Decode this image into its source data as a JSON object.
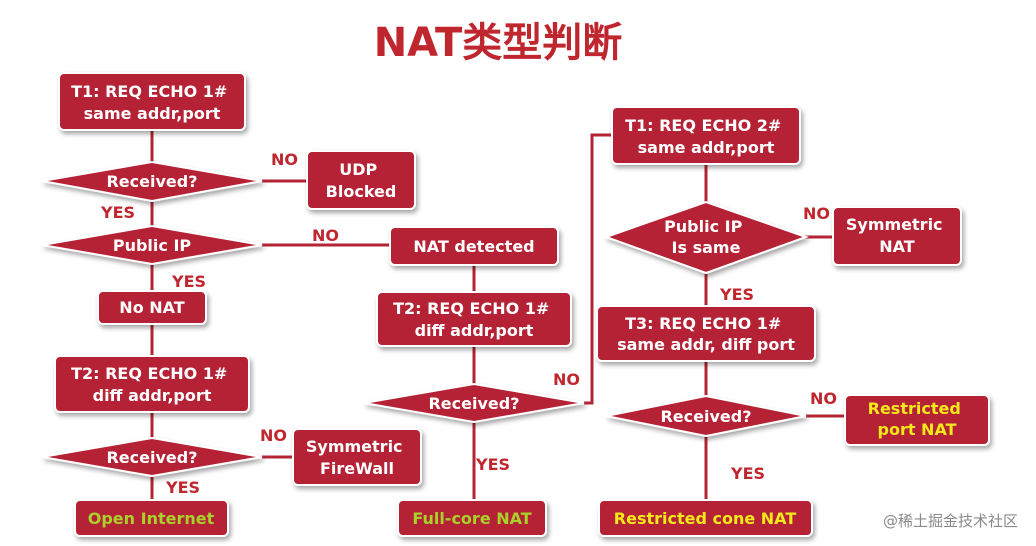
{
  "title": "NAT类型判断",
  "nodes": {
    "t1_echo1": [
      "T1: REQ ECHO 1#",
      "same addr,port"
    ],
    "received_1": [
      "Received?"
    ],
    "udp_blocked": [
      "UDP",
      "Blocked"
    ],
    "public_ip": [
      "Public IP"
    ],
    "nat_detected": [
      "NAT detected"
    ],
    "no_nat": [
      "No NAT"
    ],
    "t2_echo1_left": [
      "T2: REQ ECHO 1#",
      "diff addr,port"
    ],
    "received_2": [
      "Received?"
    ],
    "symmetric_firewall": [
      "Symmetric",
      "FireWall"
    ],
    "open_internet": [
      "Open Internet"
    ],
    "t2_echo1_mid": [
      "T2: REQ ECHO 1#",
      "diff addr,port"
    ],
    "received_3": [
      "Received?"
    ],
    "full_cone_nat": [
      "Full-core NAT"
    ],
    "t1_echo2": [
      "T1: REQ ECHO 2#",
      "same addr,port"
    ],
    "public_ip_same": [
      "Public IP",
      "Is same"
    ],
    "symmetric_nat": [
      "Symmetric",
      "NAT"
    ],
    "t3_echo1": [
      "T3: REQ ECHO 1#",
      "same addr, diff port"
    ],
    "received_4": [
      "Received?"
    ],
    "restricted_port_nat": [
      "Restricted",
      "port  NAT"
    ],
    "restricted_cone_nat": [
      "Restricted cone NAT"
    ]
  },
  "edge_labels": {
    "no_udp": "NO",
    "yes_public": "YES",
    "no_nat_detected": "NO",
    "yes_no_nat": "YES",
    "no_firewall": "NO",
    "yes_open": "YES",
    "yes_full_cone": "YES",
    "no_to_echo2": "NO",
    "no_symmetric": "NO",
    "yes_t3": "YES",
    "no_restricted_port": "NO",
    "yes_restricted_cone": "YES"
  },
  "watermark": "@稀土掘金技术社区",
  "colors": {
    "box": "#b52434",
    "title": "#c0262e",
    "green_text": "#a8d22a",
    "yellow_text": "#f2e81c"
  }
}
